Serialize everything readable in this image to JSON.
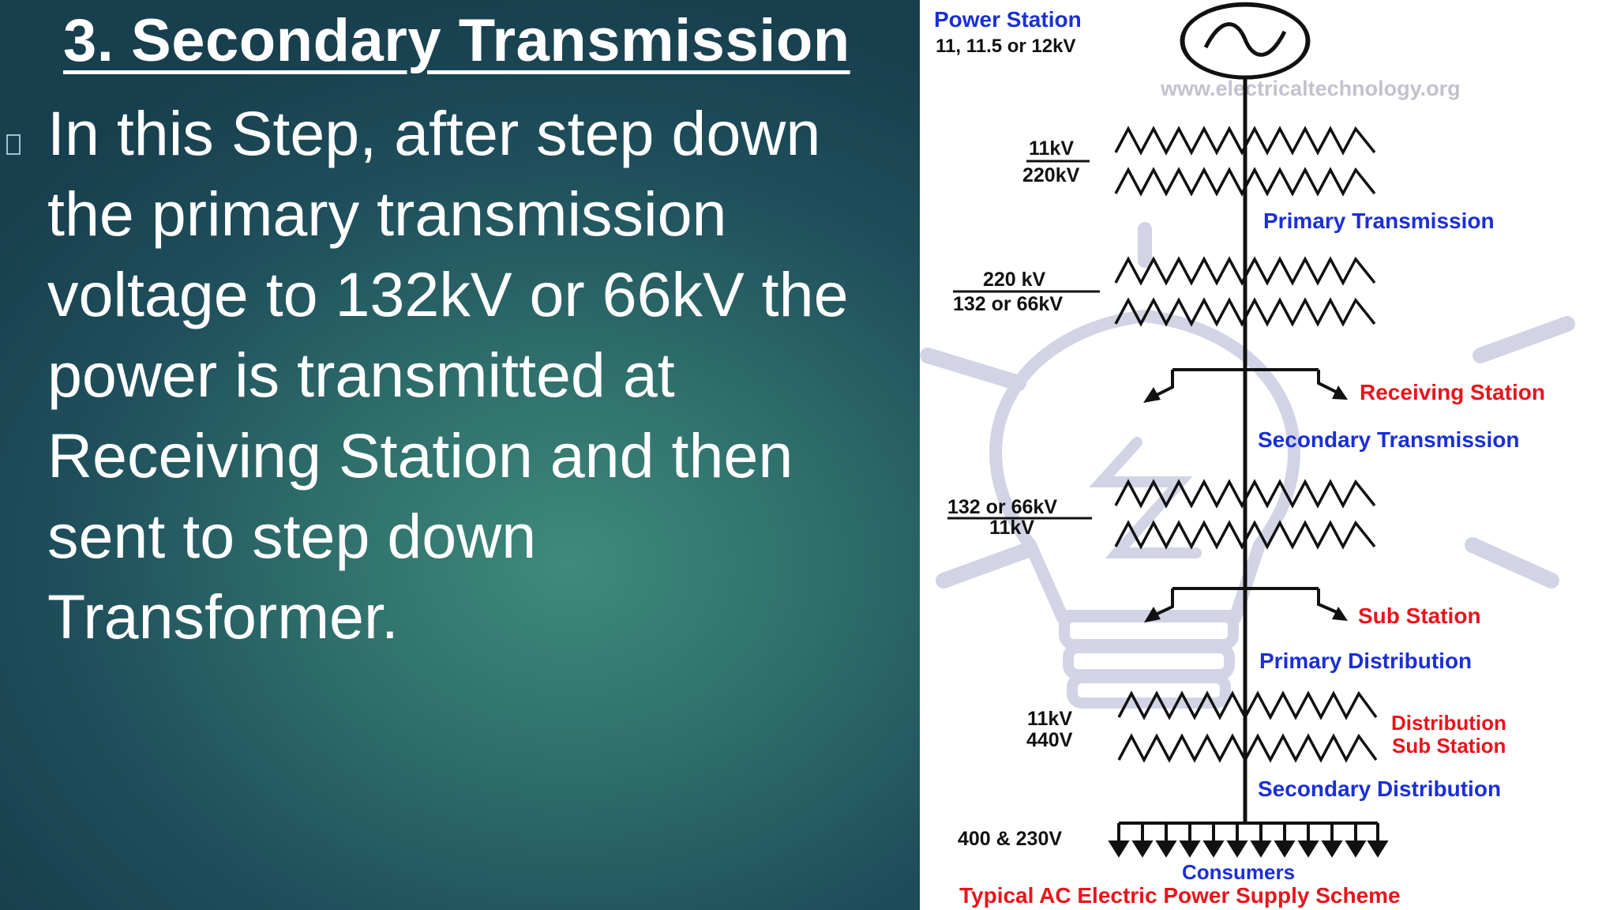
{
  "slide": {
    "title": "3. Secondary Transmission",
    "body": "In this Step, after step down\nthe primary  transmission\nvoltage to 132kV or 66kV the\npower is transmitted at\nReceiving Station and then\nsent to step down\nTransformer."
  },
  "diagram": {
    "power_station_title": "Power Station",
    "power_station_voltage": "11, 11.5 or 12kV",
    "watermark": "www.electricaltechnology.org",
    "t1_top": "11kV",
    "t1_bottom": "220kV",
    "primary_transmission": "Primary Transmission",
    "t2_top": "220 kV",
    "t2_bottom": "132 or 66kV",
    "receiving_station": "Receiving Station",
    "secondary_transmission": "Secondary Transmission",
    "t3_top": "132 or 66kV",
    "t3_bottom": "11kV",
    "sub_station": "Sub Station",
    "primary_distribution": "Primary Distribution",
    "t4_top": "11kV",
    "t4_bottom": "440V",
    "distribution_sub_station_1": "Distribution",
    "distribution_sub_station_2": "Sub Station",
    "secondary_distribution": "Secondary Distribution",
    "consumer_voltage": "400 & 230V",
    "consumers": "Consumers",
    "caption": "Typical AC Electric Power Supply Scheme",
    "colors": {
      "blue": "#1a2fd6",
      "red": "#e8141c",
      "black": "#111111",
      "watermark": "#c9c9de"
    }
  }
}
